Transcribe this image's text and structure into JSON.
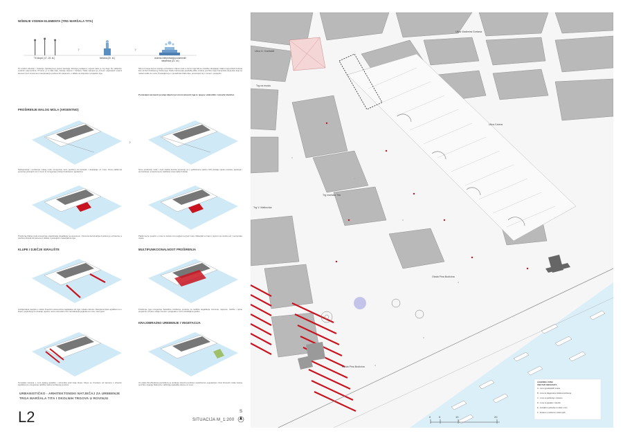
{
  "sections": {
    "water": {
      "title": "NIŠENJE VODNIH ELEMENTA (TRG MARŠALA TITA)",
      "captions": [
        "'Tri stupa' (17.-19. st.)",
        "fontana (20. st.)",
        "vodena interpretacija podzemnih stepenica (21. st.)"
      ]
    },
    "mole": {
      "title": "PROŠIRENJE MALOG MOLA (ARSENTNO)"
    },
    "bench": {
      "title": "KLUPE I DJEČJE IGRALIŠTE"
    },
    "multi": {
      "title": "MULTIFUNKCIONALNOST PROŠIRENJA"
    },
    "seafront": {
      "title": "KRAJOBRAZNO UREĐENJE I VEGETACIJA"
    }
  },
  "texts": {
    "intro_left": "Pri analizi situacije i hvatanju cijelokupnog pojma tipologije Rovinja postajemo svjesni kako je trg dugo bio obilježen vodenim elementima. Prvotno je tu bila luka, kasnije stupovi i fontana. Naša namjera je ponovo uspostaviti vodeni element kroz suvremenu interpretaciju podzemnih stepenica, u skladu sa slojevitom poviješću trga.",
    "intro_right": "Skup tri stupa koji se sastoje od fontana i izljeva vode u centru trga bila su središte okupljanja. Nakon toga dolazi fontana kao simbol društvenog života trga. Naša intervencija predviđa plitku vodenu površinu koja interpretira stepenice koje su nekad vodile do mora. Postavljena je u produžetku Male luke, povezujući trg s morem i poviješću.",
    "intro_right_bold": "Postavljeni elementi postaju ključni prostorni akcenti trga te njegov simbolički i vizualni identitet.",
    "mole_1": "Nadogradnja i proširenje malog mola omogućuje veću površinu za boravak i okupljanje uz more. Nova platforma povezuje postojeći mol s rivom te omogućuje pristup brodicama i pješacima.",
    "mole_2": "Novo proširenje mola i nova obalna šetnica povezuju se u jedinstvenu cjelinu. Mol postaje mjesto susreta, sjedenja i promatranja, a istovremeno zadržava svoju lučku funkciju.",
    "mole_3": "Proširenje Malog mola omogućuje organizaciju događanja na otvorenom. Osnovna konstrukcija izvedena je od betona, a završna obrada od kamena u skladu s postojećim materijalima trga.",
    "mole_4": "Platforma se proteže u more te stvara novi pogled na grad i luku. Materijali su trajni i otporni na morsku sol i vremenske uvjete.",
    "bench_1": "Ambijentalna rasvjeta u niskim linearnim elementima naglašava rub trga i obalne šetnice. Rasvjetna tijela ugrađena su u klupe i popločenje te stvaraju ugodnu noćnu atmosferu bez narušavanja pogleda na more i stari grad.",
    "bench_2": "Tematska rasvjeta u zoni dječjeg igrališta i odmorišta prati linije klupa. Klupe su izvedene od kamena s drvenim sjedištima te omogućuju različite načine korištenja prostora.",
    "multi_1": "Proširenje trga omogućuje fleksibilno korištenje prostora za različita događanja: koncerte, sajmove, izložbe i ljetne programe. Prostor ostaje otvoren i pregledan u svim razdobljima godine.",
    "seafront_1": "Uz obalu Pina Budicina predviđeno je uređenje zelenih površina s autohtonom vegetacijom. Novi drvoredi i niske zelene površine stvaraju hladovinu i definiraju pješačke tokove uz more."
  },
  "plan": {
    "streets": {
      "vladimir": "Ulica Vladimira Gortana",
      "garibaldi": "Ulica G. Garibaldi",
      "trg_na_mostu": "Trg na mostu",
      "carera": "Ulica Carera",
      "trg_mt": "Trg maršala Tita",
      "trg_vm": "Trg V. Matkovića",
      "obala_right": "Obala Pina Budicina",
      "obala_left": "Obala Pina Budicina"
    },
    "legend_title": "LEGENDA ZONA\nUNUTAR OBUHVATA",
    "legend_items": [
      "A - zona ugostiteljskih terasa",
      "B - zona za dijagonalna dodatna korištenja",
      "C - zona za parkiranje i dostavu",
      "D - zona za pješake i zelenilo",
      "E - kontaktno područje na obali i moru",
      "F - fontana u podzemni vodeni park"
    ],
    "scale_marks": [
      "0",
      "5",
      "10",
      "20"
    ]
  },
  "footer": {
    "title_line1": "URBANISTIČKO - ARHITEKTONSKI NATJEČAJ ZA UREĐENJE",
    "title_line2": "TRGA MARŠALA TITA I OKOLNIH TRGOVA U ROVINJU",
    "sheet_no": "L2",
    "situation": "SITUACIJA M_1:200",
    "north": "S"
  },
  "colors": {
    "building": "#b9b9b9",
    "building_stroke": "#8f8f8f",
    "sea": "#dbeff9",
    "iso_blue": "#cfe9f6",
    "accent_red": "#c8141e",
    "paving": "#f3f3f3",
    "pink": "#f4d6d6"
  }
}
